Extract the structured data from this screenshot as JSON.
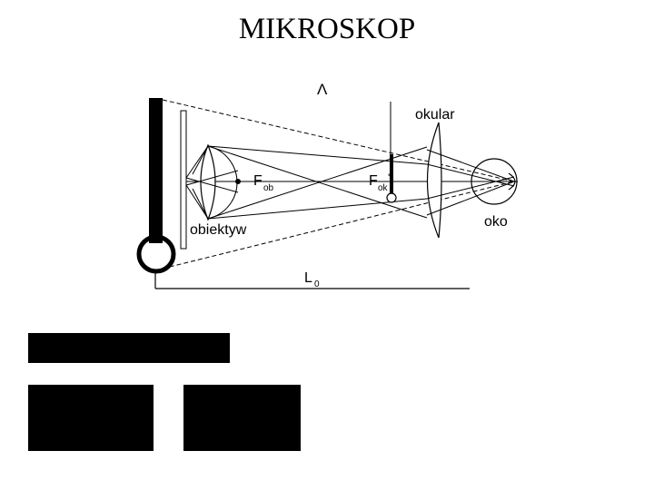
{
  "title": "MIKROSKOP",
  "labels": {
    "lambda": "Λ",
    "okular": "okular",
    "fob_main": "F",
    "fob_sub": "ob",
    "fok_main": "F",
    "fok_sub": "ok",
    "fok_prime": "'",
    "obiektyw": "obiektyw",
    "oko": "oko",
    "l0_main": "L",
    "l0_sub": "0"
  },
  "colors": {
    "ink": "#000000",
    "background": "#ffffff"
  }
}
